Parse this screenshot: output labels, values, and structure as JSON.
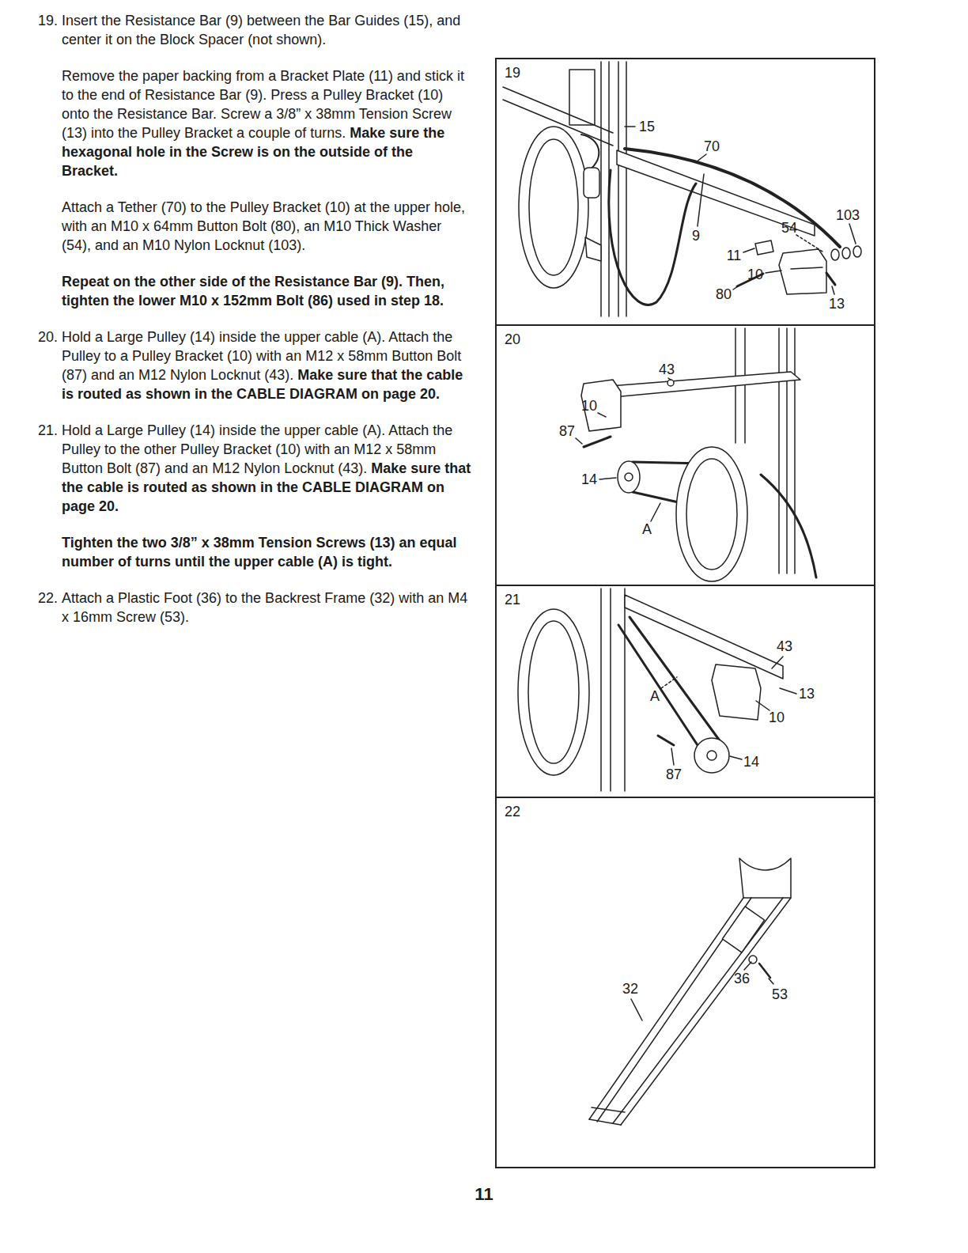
{
  "diagram": {
    "nodes": [
      {
        "text": [
          "19"
        ]
      },
      {
        "text": [
          "20"
        ]
      },
      {
        "text": [
          "21"
        ]
      },
      {
        "text": [
          "22"
        ]
      }
    ],
    "labels": [
      "19.",
      "Insert the Resistance Bar (9) between the Bar Guides (15), and center it on the Block Spacer (not shown).",
      "Remove the paper backing from a Bracket Plate (11) and stick it to the end of Resistance Bar (9). Press a Pulley Bracket (10) onto the Resistance Bar. Screw a 3/8” x 38mm Tension Screw (13) into the Pulley Bracket a couple of turns.",
      "Make sure the hexagonal hole in the Screw is on the outside of the Bracket.",
      "Attach a Tether (70) to the Pulley Bracket (10) at the upper hole, with an M10 x 64mm Button Bolt (80), an M10 Thick Washer (54), and an M10 Nylon Locknut (103).",
      "Repeat on the other side of the Resistance Bar (9). Then, tighten the lower M10 x 152mm Bolt (86) used in step 18.",
      "20.",
      "Hold a Large Pulley (14) inside the upper cable (A). Attach the Pulley to a Pulley Bracket (10) with an M12 x 58mm Button Bolt (87) and an M12 Nylon Locknut (43).",
      "Make sure that the cable is routed as shown in the CABLE DIAGRAM on page 20.",
      "21.",
      "Hold a Large Pulley (14) inside the upper cable (A). Attach the Pulley to the other Pulley Bracket (10) with an M12 x 58mm Button Bolt (87) and an M12 Nylon Locknut (43).",
      "Make sure that the cable is routed as shown in the CABLE DIAGRAM on page 20.",
      "Tighten the two 3/8” x 38mm Tension Screws (13) an equal number of turns until the upper cable (A) is tight.",
      "22.",
      "Attach a Plastic Foot (36) to the Backrest Frame (32) with an M4 x 16mm Screw (53).",
      "15",
      "70",
      "103",
      "9",
      "54",
      "11",
      "10",
      "80",
      "13",
      "43",
      "10",
      "87",
      "14",
      "A",
      "43",
      "13",
      "10",
      "A",
      "87",
      "14",
      "32",
      "36",
      "53",
      "11"
    ]
  }
}
